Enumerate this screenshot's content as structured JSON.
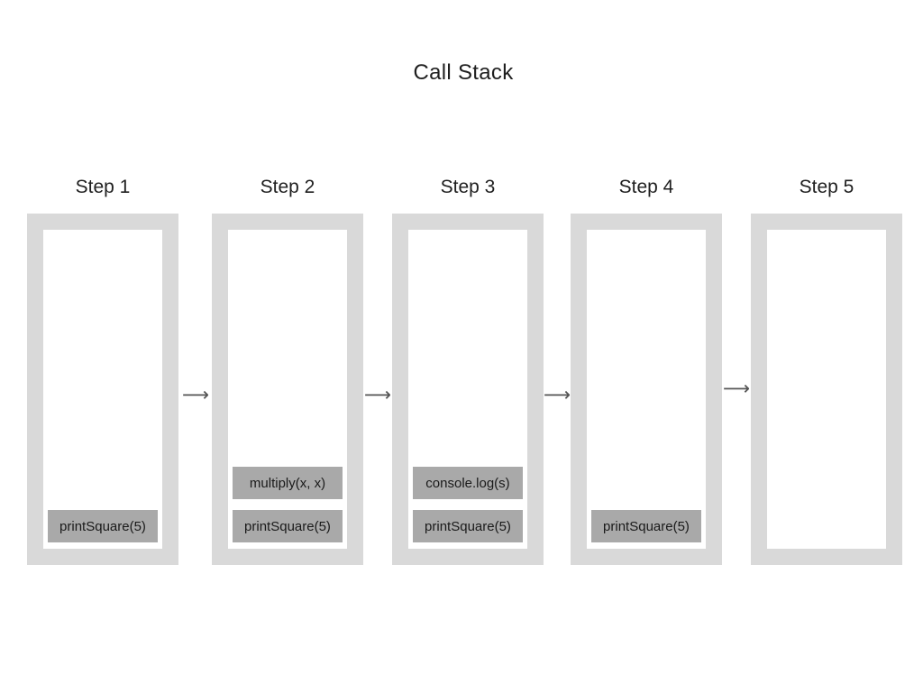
{
  "title": "Call Stack",
  "steps": [
    {
      "label": "Step 1",
      "frames": [
        "printSquare(5)"
      ]
    },
    {
      "label": "Step 2",
      "frames": [
        "multiply(x, x)",
        "printSquare(5)"
      ]
    },
    {
      "label": "Step 3",
      "frames": [
        "console.log(s)",
        "printSquare(5)"
      ]
    },
    {
      "label": "Step 4",
      "frames": [
        "printSquare(5)"
      ]
    },
    {
      "label": "Step 5",
      "frames": []
    }
  ],
  "icons": {
    "arrow_right": "⟶"
  },
  "colors": {
    "frame_outer": "#d9d9d9",
    "stack_background": "#ffffff",
    "frame_box": "#a9a9a9",
    "text": "#1f1f1f",
    "arrow": "#555555"
  }
}
